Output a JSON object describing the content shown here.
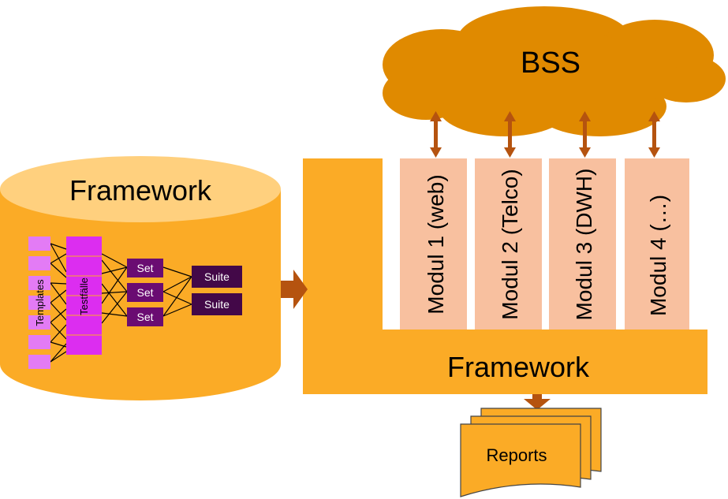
{
  "cloud": {
    "label": "BSS",
    "fill": "#E08A00"
  },
  "database": {
    "title": "Framework",
    "body_fill": "#FBAB26",
    "top_fill": "#FFD07E",
    "templates_label": "Templates",
    "testfaelle_label": "Testfälle",
    "sets": [
      "Set",
      "Set",
      "Set"
    ],
    "suites": [
      "Suite",
      "Suite"
    ],
    "template_fill": "#E37BF5",
    "testfall_fill": "#DC2DF0",
    "set_fill": "#6A0C72",
    "suite_fill": "#430848"
  },
  "framework": {
    "label": "Framework",
    "fill": "#FBAB26",
    "modules": [
      "Modul 1 (web)",
      "Modul 2 (Telco)",
      "Modul 3 (DWH)",
      "Modul 4 (…)"
    ],
    "module_fill": "#F8C09F"
  },
  "reports": {
    "label": "Reports",
    "fill": "#FBAB26"
  },
  "arrow_color": "#B5530F"
}
